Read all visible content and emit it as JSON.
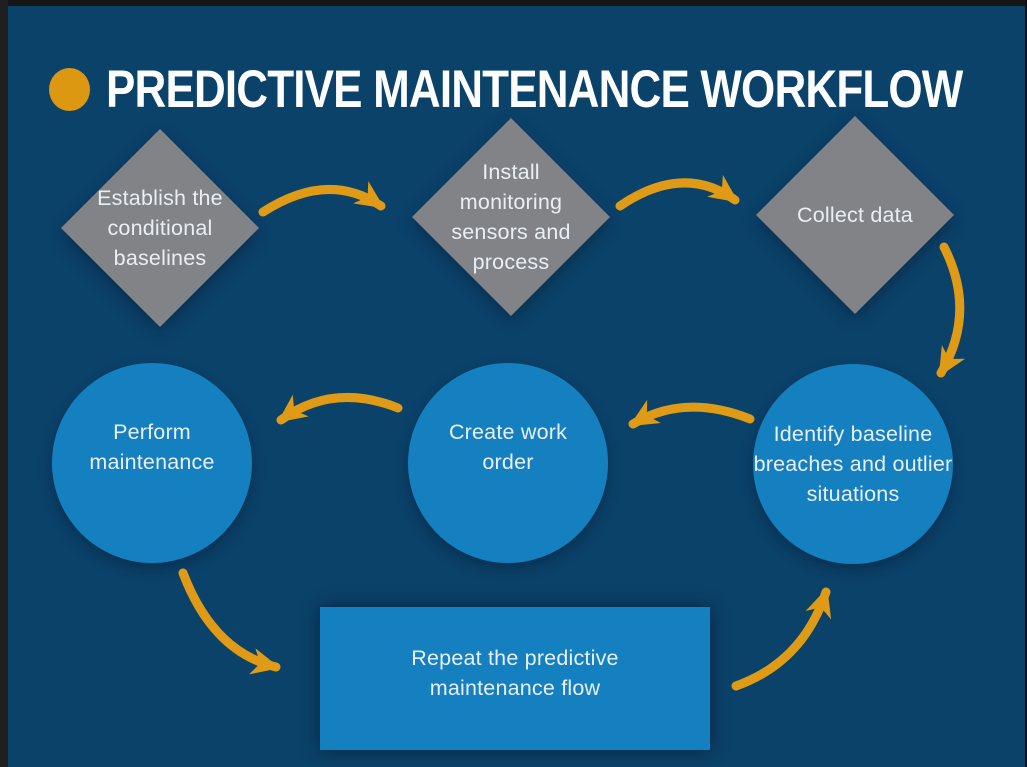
{
  "title": {
    "bullet_icon": "orange-dot",
    "text": "PREDICTIVE MAINTENANCE WORKFLOW"
  },
  "workflow": {
    "steps": [
      {
        "shape": "diamond",
        "label": "Establish the\nconditional\nbaselines"
      },
      {
        "shape": "diamond",
        "label": "Install\nmonitoring\nsensors and\nprocess"
      },
      {
        "shape": "diamond",
        "label": "Collect data"
      },
      {
        "shape": "circle",
        "label": "Identify baseline\nbreaches and outlier\nsituations"
      },
      {
        "shape": "circle",
        "label": "Create work\norder"
      },
      {
        "shape": "circle",
        "label": "Perform\nmaintenance"
      },
      {
        "shape": "rectangle",
        "label": "Repeat the predictive\nmaintenance flow"
      }
    ]
  },
  "colors": {
    "background": "#0b426a",
    "frame": "#161616",
    "diamond_gray": "#828386",
    "node_blue": "#1480c0",
    "accent_orange": "#e09b16",
    "title_text": "#fdfdfd",
    "node_text": "#e9eff4"
  }
}
